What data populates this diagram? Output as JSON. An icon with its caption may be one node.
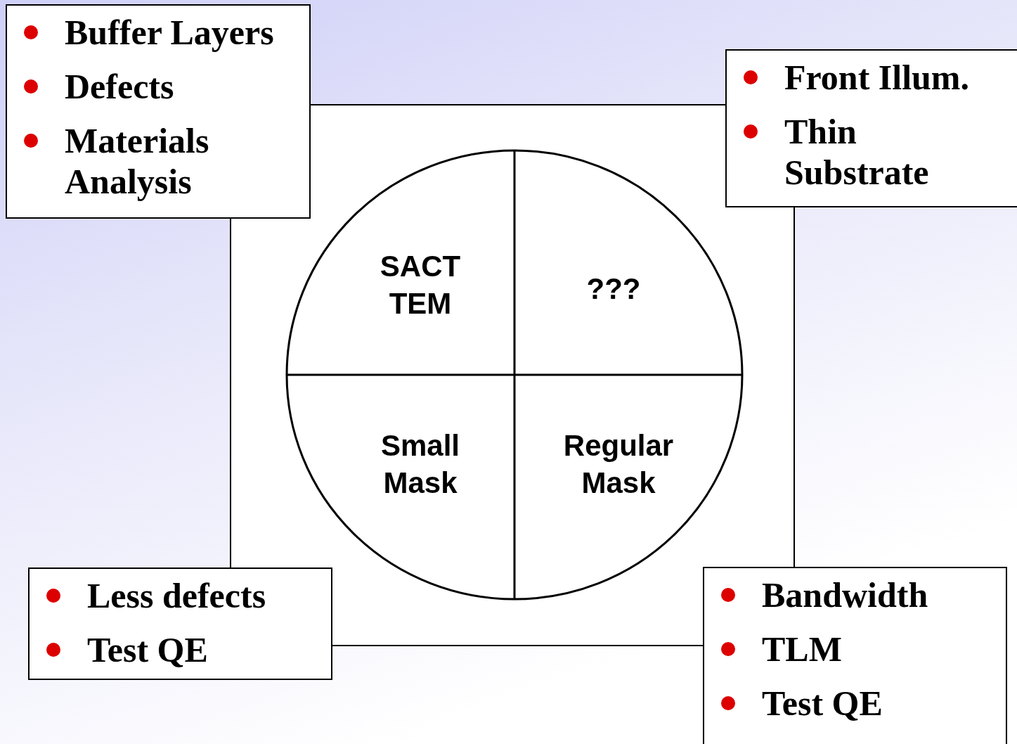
{
  "diagram": {
    "nodes": [
      {
        "text": [
          "Buffer Layers",
          "Defects",
          "Materials Analysis"
        ]
      },
      {
        "text": [
          "Front Illum.",
          "Thin Substrate"
        ]
      },
      {
        "text": [],
        "shape": "circle"
      },
      {
        "text": [
          "SACT TEM"
        ],
        "in": 2
      },
      {
        "text": [
          "???"
        ],
        "in": 2
      },
      {
        "text": [
          "Small Mask"
        ],
        "in": 2
      },
      {
        "text": [
          "Regular Mask"
        ],
        "in": 2
      },
      {
        "text": [
          "Less defects",
          "Test QE"
        ]
      },
      {
        "text": [
          "Bandwidth",
          "TLM",
          "Test QE"
        ]
      }
    ]
  }
}
